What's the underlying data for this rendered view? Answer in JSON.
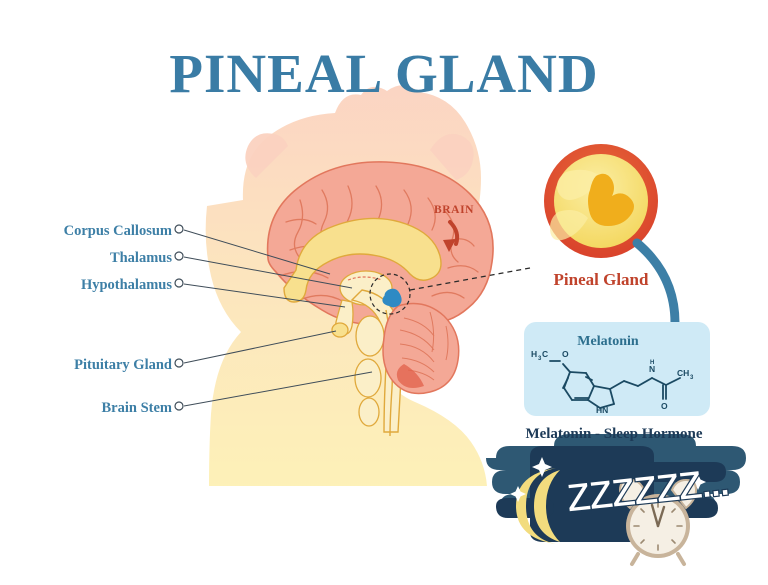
{
  "title": "PINEAL GLAND",
  "labels": {
    "corpus_callosum": "Corpus Callosum",
    "thalamus": "Thalamus",
    "hypothalamus": "Hypothalamus",
    "pituitary_gland": "Pituitary Gland",
    "brain_stem": "Brain Stem",
    "brain_callout": "BRAIN",
    "pineal_gland": "Pineal Gland",
    "melatonin": "Melatonin",
    "sleep_hormone": "Melatonin - Sleep Hormone",
    "zzz": "ZZZZZZ..."
  },
  "chemistry": {
    "methyl": "H",
    "methyl_sub": "3",
    "methyl_c": "C",
    "oxygen": "O",
    "amine_h": "H",
    "amine_n": "N",
    "indole_hn": "HN",
    "terminal_c": "CH",
    "terminal_sub": "3",
    "carbonyl_o": "O"
  },
  "colors": {
    "title_blue": "#3a7ca5",
    "label_blue": "#3d7fa6",
    "brain_red": "#c0432c",
    "ring_orange": "#dd4b2a",
    "ring_inner_yellow": "#f5dc6a",
    "gland_gold": "#f0ae1c",
    "cortex_pink": "#f09a82",
    "cortex_fill": "#f4a896",
    "corpus_yellow": "#f8e08e",
    "stem_cream": "#fbefc8",
    "pineal_blue": "#2e8ac4",
    "panel_blue": "#cfeaf6",
    "night_dark": "#1d3a57",
    "night_light": "#2e5873",
    "moon_yellow": "#f2dc7e",
    "clock_face": "#f5efe4",
    "clock_rim": "#c8b49b",
    "leader_line": "#3f4d59",
    "head_top": "#fbd7c2",
    "head_bottom": "#fbe9a8"
  }
}
